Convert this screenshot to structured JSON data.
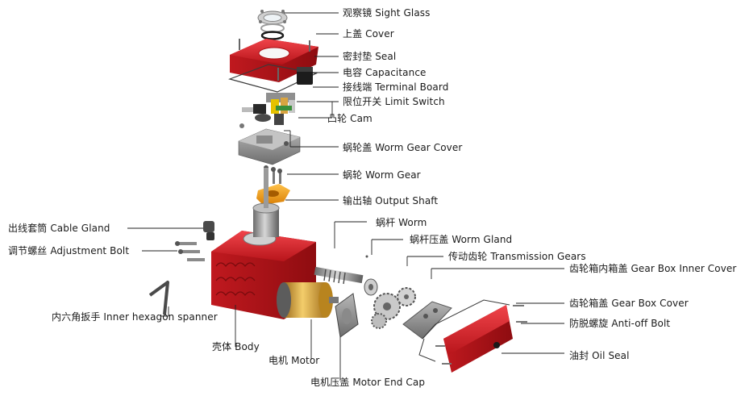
{
  "diagram": {
    "type": "exploded-view",
    "accent_red": "#d8262b",
    "brass": "#d9a441",
    "label_color": "#1a1a1a",
    "labels": {
      "sight_glass": "观察镜 Sight Glass",
      "cover": "上盖 Cover",
      "seal": "密封垫 Seal",
      "capacitance": "电容 Capacitance",
      "terminal_board": "接线端 Terminal Board",
      "limit_switch": "限位开关 Limit Switch",
      "cam": "凸轮 Cam",
      "worm_gear_cover": "蜗轮盖 Worm Gear Cover",
      "worm_gear": "蜗轮 Worm Gear",
      "output_shaft": "输出轴 Output Shaft",
      "worm": "蜗杆 Worm",
      "worm_gland": "蜗杆压盖 Worm Gland",
      "transmission_gears": "传动齿轮 Transmission Gears",
      "gear_box_inner_cover": "齿轮箱内箱盖 Gear Box Inner Cover",
      "gear_box_cover": "齿轮箱盖 Gear Box Cover",
      "anti_off_bolt": "防脱螺旋 Anti-off Bolt",
      "oil_seal": "油封 Oil Seal",
      "cable_gland": "出线套筒 Cable Gland",
      "adjustment_bolt": "调节螺丝 Adjustment Bolt",
      "inner_hexagon_spanner": "内六角扳手 Inner hexagon spanner",
      "body": "壳体 Body",
      "motor": "电机 Motor",
      "motor_end_cap": "电机压盖 Motor End Cap"
    }
  }
}
